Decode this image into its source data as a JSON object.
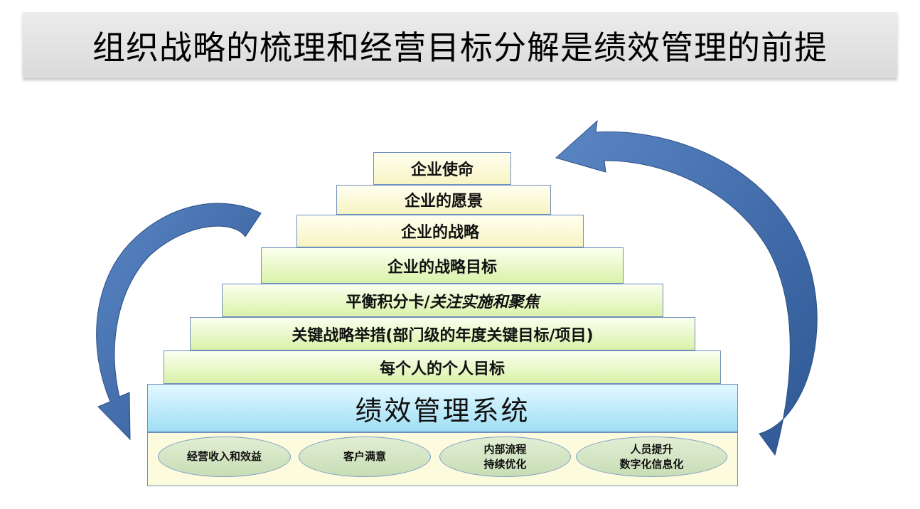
{
  "title": "组织战略的梳理和经营目标分解是绩效管理的前提",
  "pyramid": [
    {
      "text": "企业使命"
    },
    {
      "text": "企业的愿景"
    },
    {
      "text": "企业的战略"
    },
    {
      "text": "企业的战略目标"
    },
    {
      "text": "平衡积分卡/",
      "text_italic": "关注实施和聚焦"
    },
    {
      "text": "关键战略举措(部门级的年度关键目标/项目)"
    },
    {
      "text": "每个人的个人目标"
    }
  ],
  "system": {
    "text": "绩效管理系统"
  },
  "foundation": [
    {
      "line1": "经营收入和效益",
      "line2": ""
    },
    {
      "line1": "客户满意",
      "line2": ""
    },
    {
      "line1": "内部流程",
      "line2": "持续优化"
    },
    {
      "line1": "人员提升",
      "line2": "数字化信息化"
    }
  ],
  "colors": {
    "tier_yellow": "#f7f4c3",
    "tier_green": "#d9f2a9",
    "system_blue": "#9fdff5",
    "arrow_blue": "#3b68a6",
    "ellipse_green": "#c8ddb6",
    "border": "#6f8fbf"
  }
}
